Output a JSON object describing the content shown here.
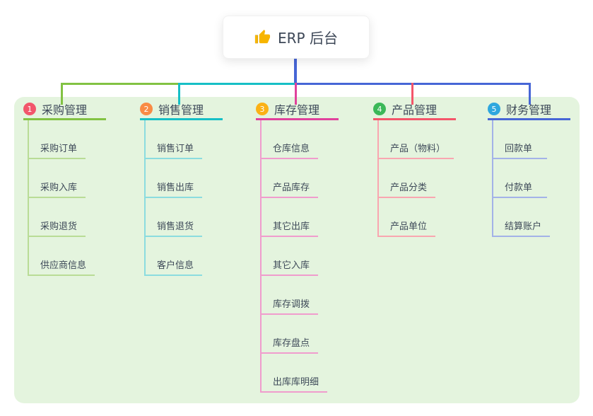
{
  "root": {
    "icon": "thumbs-up-icon",
    "title": "ERP 后台"
  },
  "connectors": {
    "root_blue": "#4766D6",
    "bus_green": "#82C243",
    "bus_teal": "#16BFC6",
    "bus_blue": "#4766D6"
  },
  "panel_color": "#E4F4DE",
  "branches": [
    {
      "index": "1",
      "label": "采购管理",
      "badge_color": "#F2566B",
      "line_color": "#82C243",
      "light_line_color": "#B9DC96",
      "items": [
        "采购订单",
        "采购入库",
        "采购退货",
        "供应商信息"
      ]
    },
    {
      "index": "2",
      "label": "销售管理",
      "badge_color": "#F98B45",
      "line_color": "#16BFC6",
      "light_line_color": "#8BDCDF",
      "items": [
        "销售订单",
        "销售出库",
        "销售退货",
        "客户信息"
      ]
    },
    {
      "index": "3",
      "label": "库存管理",
      "badge_color": "#FBB116",
      "line_color": "#E0419C",
      "light_line_color": "#F09CCD",
      "items": [
        "仓库信息",
        "产品库存",
        "其它出库",
        "其它入库",
        "库存调拨",
        "库存盘点",
        "出库库明细"
      ]
    },
    {
      "index": "4",
      "label": "产品管理",
      "badge_color": "#3BB858",
      "line_color": "#F4556A",
      "light_line_color": "#F9A6B0",
      "items": [
        "产品（物料）",
        "产品分类",
        "产品单位"
      ]
    },
    {
      "index": "5",
      "label": "财务管理",
      "badge_color": "#2EA7DE",
      "line_color": "#4766D6",
      "light_line_color": "#A3B2E8",
      "items": [
        "回款单",
        "付款单",
        "结算账户"
      ]
    }
  ]
}
